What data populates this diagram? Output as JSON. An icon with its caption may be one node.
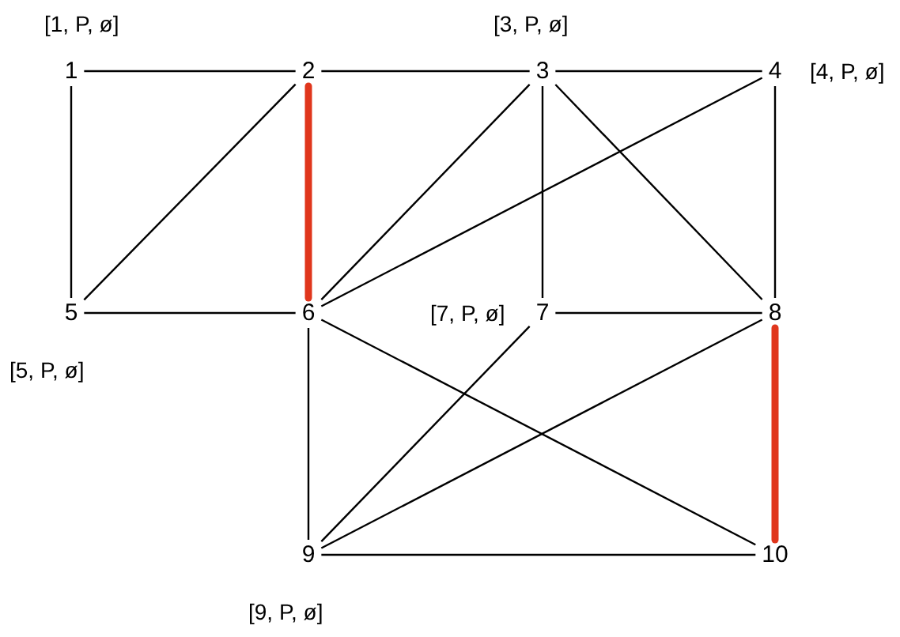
{
  "diagram": {
    "nodes": [
      {
        "text": [
          "1"
        ],
        "beside": [
          "[1, P, ø]"
        ]
      },
      {
        "text": [
          "2"
        ]
      },
      {
        "text": [
          "3"
        ],
        "beside": [
          "[3, P, ø]"
        ]
      },
      {
        "text": [
          "4"
        ],
        "beside": [
          "[4, P, ø]"
        ]
      },
      {
        "text": [
          "5"
        ],
        "beside": [
          "[5, P, ø]"
        ]
      },
      {
        "text": [
          "6"
        ]
      },
      {
        "text": [
          "7"
        ],
        "beside": [
          "[7, P, ø]"
        ]
      },
      {
        "text": [
          "8"
        ]
      },
      {
        "text": [
          "9"
        ],
        "beside": [
          "[9, P, ø]"
        ]
      },
      {
        "text": [
          "10"
        ]
      }
    ],
    "edges": [
      {
        "from": 0,
        "to": 1,
        "arrow": "none"
      },
      {
        "from": 0,
        "to": 4,
        "arrow": "none"
      },
      {
        "from": 1,
        "to": 2,
        "arrow": "none"
      },
      {
        "from": 1,
        "to": 4,
        "arrow": "none"
      },
      {
        "from": 1,
        "to": 5,
        "arrow": "none",
        "style": "thick",
        "color": "#e0361c"
      },
      {
        "from": 2,
        "to": 3,
        "arrow": "none"
      },
      {
        "from": 2,
        "to": 5,
        "arrow": "none"
      },
      {
        "from": 2,
        "to": 6,
        "arrow": "none"
      },
      {
        "from": 2,
        "to": 7,
        "arrow": "none"
      },
      {
        "from": 3,
        "to": 5,
        "arrow": "none"
      },
      {
        "from": 3,
        "to": 7,
        "arrow": "none"
      },
      {
        "from": 4,
        "to": 5,
        "arrow": "none"
      },
      {
        "from": 5,
        "to": 8,
        "arrow": "none"
      },
      {
        "from": 5,
        "to": 9,
        "arrow": "none"
      },
      {
        "from": 6,
        "to": 7,
        "arrow": "none"
      },
      {
        "from": 6,
        "to": 8,
        "arrow": "none"
      },
      {
        "from": 7,
        "to": 8,
        "arrow": "none"
      },
      {
        "from": 7,
        "to": 9,
        "arrow": "none",
        "style": "thick",
        "color": "#e0361c"
      },
      {
        "from": 8,
        "to": 9,
        "arrow": "none"
      }
    ]
  }
}
